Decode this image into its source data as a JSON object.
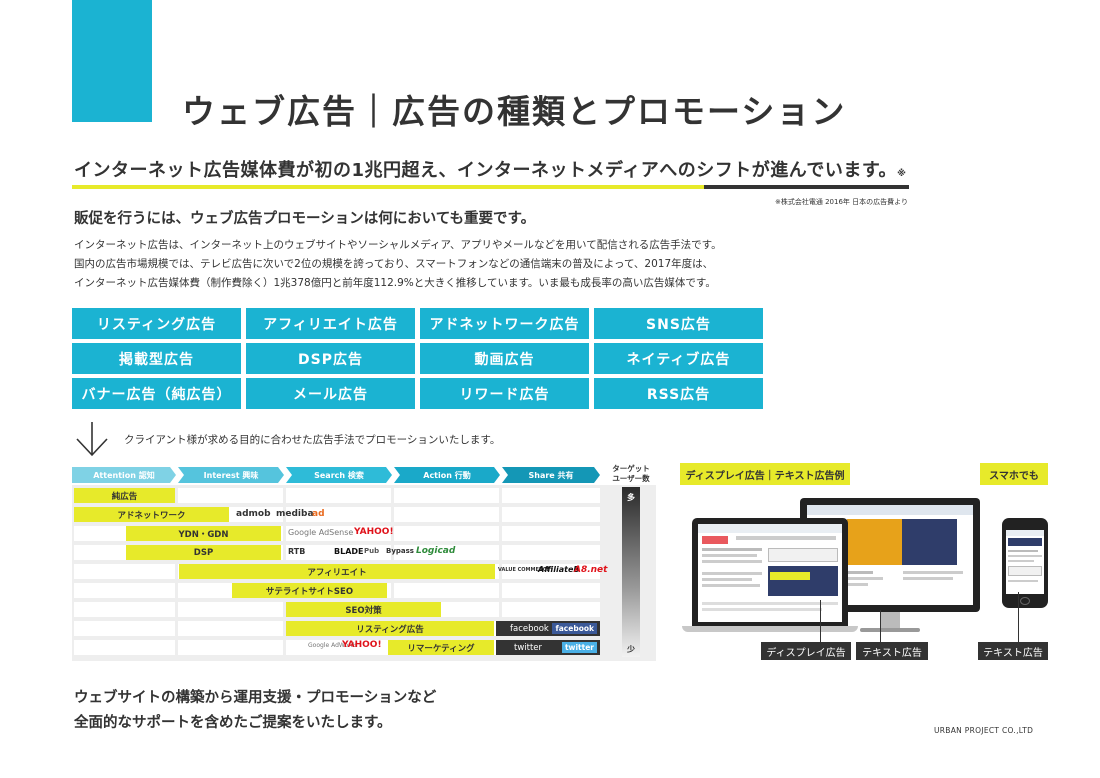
{
  "title": "ウェブ広告｜広告の種類とプロモーション",
  "headline": "インターネット広告媒体費が初の1兆円超え、インターネットメディアへのシフトが進んでいます。",
  "headline_note_mark": "※",
  "source_note": "※株式会社電通 2016年 日本の広告費より",
  "subhead": "販促を行うには、ウェブ広告プロモーションは何においても重要です。",
  "body": [
    "インターネット広告は、インターネット上のウェブサイトやソーシャルメディア、アプリやメールなどを用いて配信される広告手法です。",
    "国内の広告市場規模では、テレビ広告に次いで2位の規模を誇っており、スマートフォンなどの通信端末の普及によって、2017年度は、",
    "インターネット広告媒体費（制作費除く）1兆378億円と前年度112.9%と大きく推移しています。いま最も成長率の高い広告媒体です。"
  ],
  "ad_types": [
    "リスティング広告",
    "アフィリエイト広告",
    "アドネットワーク広告",
    "SNS広告",
    "掲載型広告",
    "DSP広告",
    "動画広告",
    "ネイティブ広告",
    "バナー広告（純広告）",
    "メール広告",
    "リワード広告",
    "RSS広告"
  ],
  "flow_caption": "クライアント様が求める目的に合わせた広告手法でプロモーションいたします。",
  "flow_steps": [
    {
      "label": "Attention 認知",
      "color": "#7fd2e5"
    },
    {
      "label": "Interest 興味",
      "color": "#55c4dd"
    },
    {
      "label": "Search 検索",
      "color": "#2ebbd8"
    },
    {
      "label": "Action 行動",
      "color": "#1aa9c9"
    },
    {
      "label": "Share 共有",
      "color": "#1497b6"
    }
  ],
  "flow_rows": [
    {
      "label": "純広告",
      "logos": []
    },
    {
      "label": "アドネットワーク",
      "logos": [
        "admob",
        "mediba",
        "ad"
      ]
    },
    {
      "label": "YDN・GDN",
      "logos": [
        "Google AdSense",
        "YAHOO!"
      ]
    },
    {
      "label": "DSP",
      "logos": [
        "RTB",
        "BLADE",
        "Pub",
        "Bypass",
        "Logicad"
      ]
    },
    {
      "label": "アフィリエイト",
      "logos": [
        "VALUE COMMERCE",
        "AffiliateB",
        "A8.net"
      ]
    },
    {
      "label": "サテライトサイトSEO",
      "logos": []
    },
    {
      "label": "SEO対策",
      "logos": []
    },
    {
      "label": "リスティング広告",
      "logos": []
    },
    {
      "label": "リマーケティング",
      "logos": [
        "Google AdWords",
        "YAHOO!"
      ]
    }
  ],
  "sns": [
    {
      "label": "facebook",
      "brand": "facebook"
    },
    {
      "label": "twitter",
      "brand": "twitter"
    }
  ],
  "target": {
    "label_line1": "ターゲット",
    "label_line2": "ユーザー数",
    "high": "多",
    "low": "少"
  },
  "examples": {
    "display_text_label": "ディスプレイ広告｜テキスト広告例",
    "smartphone_label": "スマホでも",
    "display_caption": "ディスプレイ広告",
    "text_caption": "テキスト広告",
    "smartphone_caption": "テキスト広告"
  },
  "closing": [
    "ウェブサイトの構築から運用支援・プロモーションなど",
    "全面的なサポートを含めたご提案をいたします。"
  ],
  "company": "URBAN PROJECT CO.,LTD",
  "colors": {
    "accent": "#1bb3d2",
    "highlight": "#e7ea2a",
    "dark": "#333333"
  }
}
